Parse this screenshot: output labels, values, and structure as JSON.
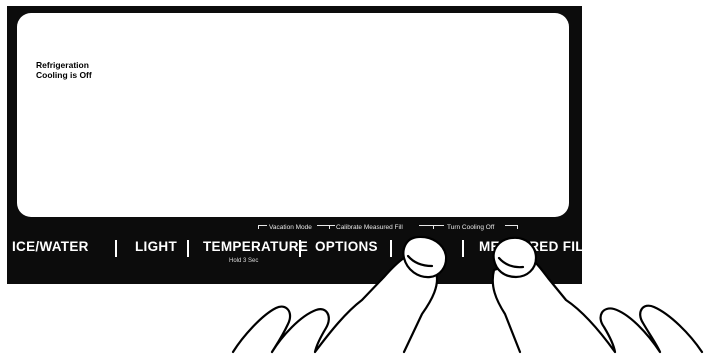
{
  "display": {
    "status_line1": "Refrigeration",
    "status_line2": "Cooling is Off"
  },
  "hold_hints": {
    "vacation_mode": "Vacation Mode",
    "calibrate": "Calibrate Measured Fill",
    "turn_cooling_off": "Turn Cooling Off"
  },
  "buttons": {
    "ice_water": "ICE/WATER",
    "light": "LIGHT",
    "temperature": "TEMPERATURE",
    "temperature_sub": "Hold 3 Sec",
    "options": "OPTIONS",
    "measured_fill": "MEASURED FILL"
  },
  "colors": {
    "panel": "#0c0c0c",
    "screen": "#ffffff",
    "button_text": "#ffffff"
  },
  "icons": [
    "finger-press-left-icon",
    "finger-press-right-icon"
  ]
}
